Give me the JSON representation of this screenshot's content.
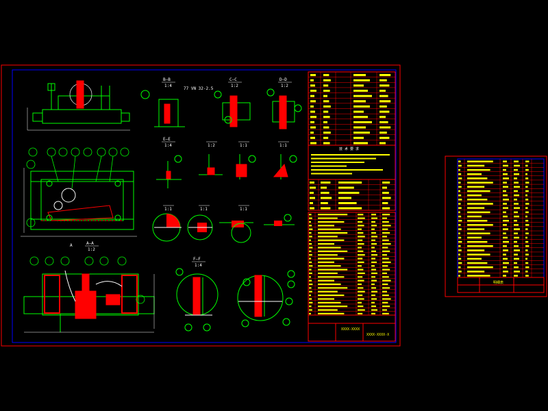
{
  "drawing": {
    "section_labels": [
      {
        "id": "bb",
        "name": "B—B",
        "scale": "1:4"
      },
      {
        "id": "cc",
        "name": "C—C",
        "scale": "1:2"
      },
      {
        "id": "dd",
        "name": "D—D",
        "scale": "1:2"
      },
      {
        "id": "ee",
        "name": "E—E",
        "scale": "1:4"
      },
      {
        "id": "aa",
        "name": "A—A",
        "scale": "1:2"
      },
      {
        "id": "ff",
        "name": "F—F",
        "scale": "1:4"
      }
    ],
    "detail_scales": [
      "1:2",
      "1:1",
      "1:1",
      "1:1",
      "1:1",
      "1:1"
    ],
    "weld_note": "77 VN 32-2.5",
    "view_a": "A",
    "colors": {
      "background": "#000000",
      "frame_red": "#ff0000",
      "border_blue": "#0000ff",
      "part_line": "#00ff00",
      "dimension": "#ffffff",
      "text_yellow": "#ffff00",
      "section_fill": "#ff0000",
      "leader_cyan": "#00ffff"
    }
  },
  "title_block": {
    "main_label": "XXXX-XXXX",
    "drawing_no": "XXXX-XXXX-X",
    "notes_title": "技 术 要 求"
  },
  "parts_list_title": "明细表"
}
